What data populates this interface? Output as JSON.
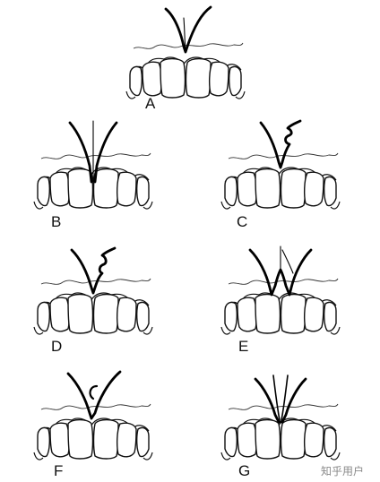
{
  "figure": {
    "panels": [
      {
        "id": "A",
        "label": "A",
        "type": "A"
      },
      {
        "id": "B",
        "label": "B",
        "type": "B"
      },
      {
        "id": "C",
        "label": "C",
        "type": "C"
      },
      {
        "id": "D",
        "label": "D",
        "type": "D"
      },
      {
        "id": "E",
        "label": "E",
        "type": "E"
      },
      {
        "id": "F",
        "label": "F",
        "type": "F"
      },
      {
        "id": "G",
        "label": "G",
        "type": "G"
      }
    ],
    "watermark": "知乎用户",
    "colors": {
      "ink": "#111111",
      "background": "#ffffff",
      "watermark": "#8a8a8a"
    }
  }
}
